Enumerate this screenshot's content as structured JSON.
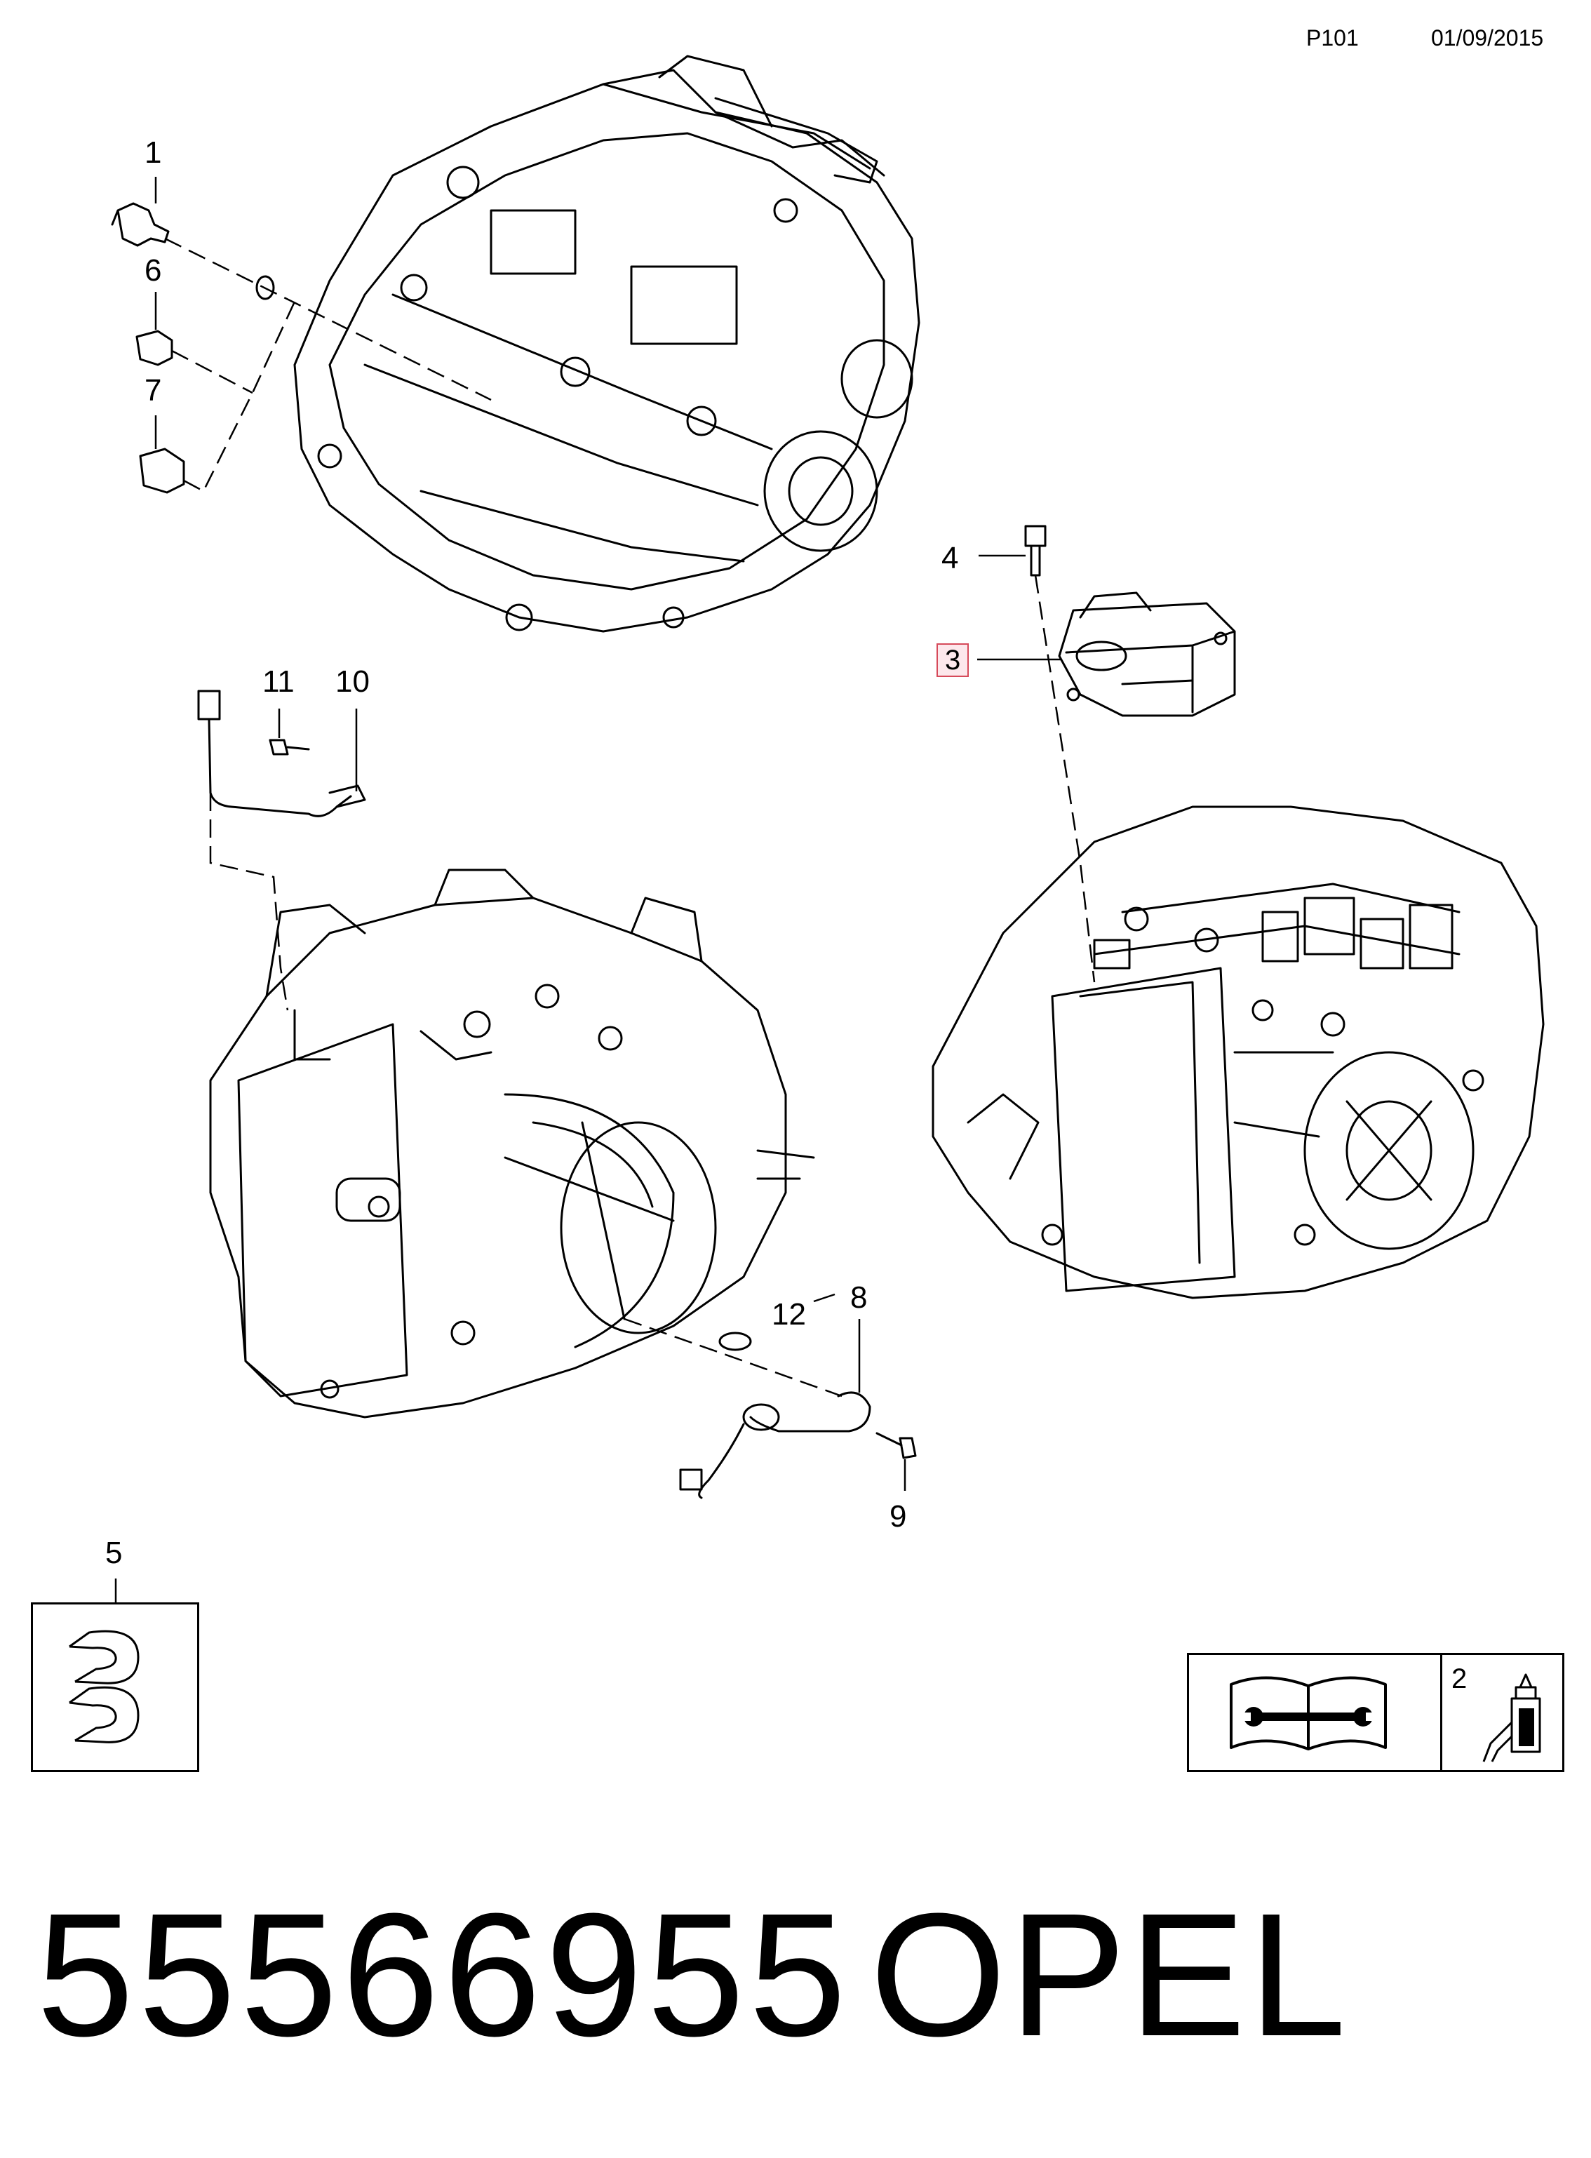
{
  "header": {
    "page_code": "P101",
    "date": "01/09/2015"
  },
  "callouts": [
    {
      "id": "1",
      "label": "1"
    },
    {
      "id": "2",
      "label": "2"
    },
    {
      "id": "3",
      "label": "3",
      "highlighted": true
    },
    {
      "id": "4",
      "label": "4"
    },
    {
      "id": "5",
      "label": "5"
    },
    {
      "id": "6",
      "label": "6"
    },
    {
      "id": "7",
      "label": "7"
    },
    {
      "id": "8",
      "label": "8"
    },
    {
      "id": "9",
      "label": "9"
    },
    {
      "id": "10",
      "label": "10"
    },
    {
      "id": "11",
      "label": "11"
    },
    {
      "id": "12",
      "label": "12"
    }
  ],
  "icons": {
    "clip_legend": "hose-clip-icon",
    "manual_legend": "repair-manual-icon",
    "sealant_legend": "sealant-tube-icon"
  },
  "footer": {
    "part_number": "55566955",
    "brand": "OPEL"
  },
  "colors": {
    "highlight_border": "#d64a5a",
    "highlight_fill": "#fde8ec"
  }
}
